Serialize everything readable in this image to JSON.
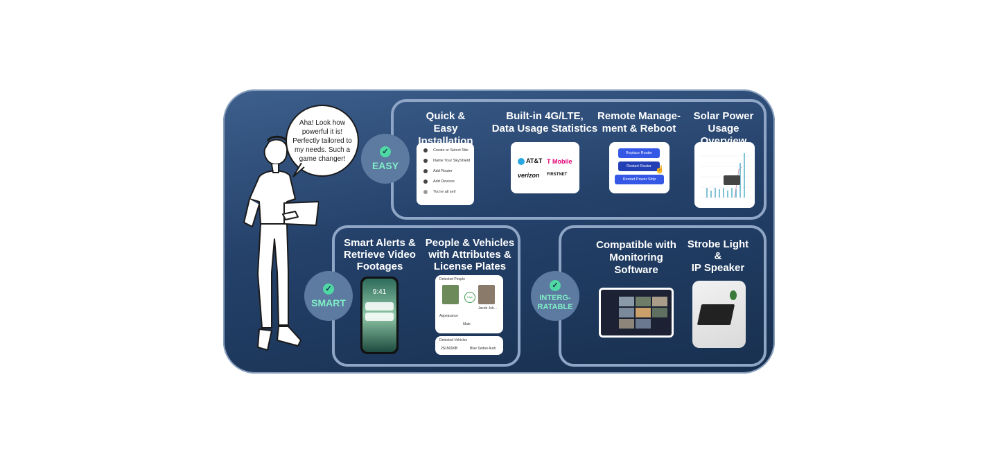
{
  "bubble": "Aha! Look how powerful it is! Perfectly tailored to my needs. Such a game changer!",
  "colors": {
    "panel": "#24416a",
    "border": "#8fa6c6",
    "badge": "#5d7aa1",
    "accent": "#4fd8a4",
    "button": "#3457e6"
  },
  "badges": {
    "easy": "EASY",
    "smart": "SMART",
    "integratable": "INTERG-\nRATABLE"
  },
  "features": {
    "install": {
      "title": "Quick &\nEasy Installation",
      "steps": [
        "Create or Select Site",
        "Name Your SkyShield",
        "Add Router",
        "Add Devices",
        "You're all set!"
      ]
    },
    "lte": {
      "title": "Built-in 4G/LTE,\nData Usage Statistics",
      "logos": [
        "AT&T",
        "T Mobile",
        "verizon",
        "FIRSTNET"
      ]
    },
    "remote": {
      "title": "Remote Manage-\nment & Reboot",
      "buttons": [
        "Replace Router",
        "Restart Router",
        "Restart Power Strip"
      ]
    },
    "solar": {
      "title": "Solar Power\nUsage Overview"
    },
    "alerts": {
      "title": "Smart Alerts &\nRetrieve Video\nFootages",
      "time": "9:41"
    },
    "people": {
      "title": "People & Vehicles\nwith Attributes &\nLicense Plates",
      "detected_people": "Detected People",
      "name": "Jacob Joh...",
      "similarity": "High",
      "appearance": "Appearance",
      "gender": "Male",
      "detected_vehicles": "Detected Vehicles",
      "plate": "2S1501KB",
      "vehicle": "Blue Sedan Audi"
    },
    "monitoring": {
      "title": "Compatible with\nMonitoring\nSoftware"
    },
    "strobe": {
      "title": "Strobe Light\n&\nIP Speaker"
    }
  }
}
